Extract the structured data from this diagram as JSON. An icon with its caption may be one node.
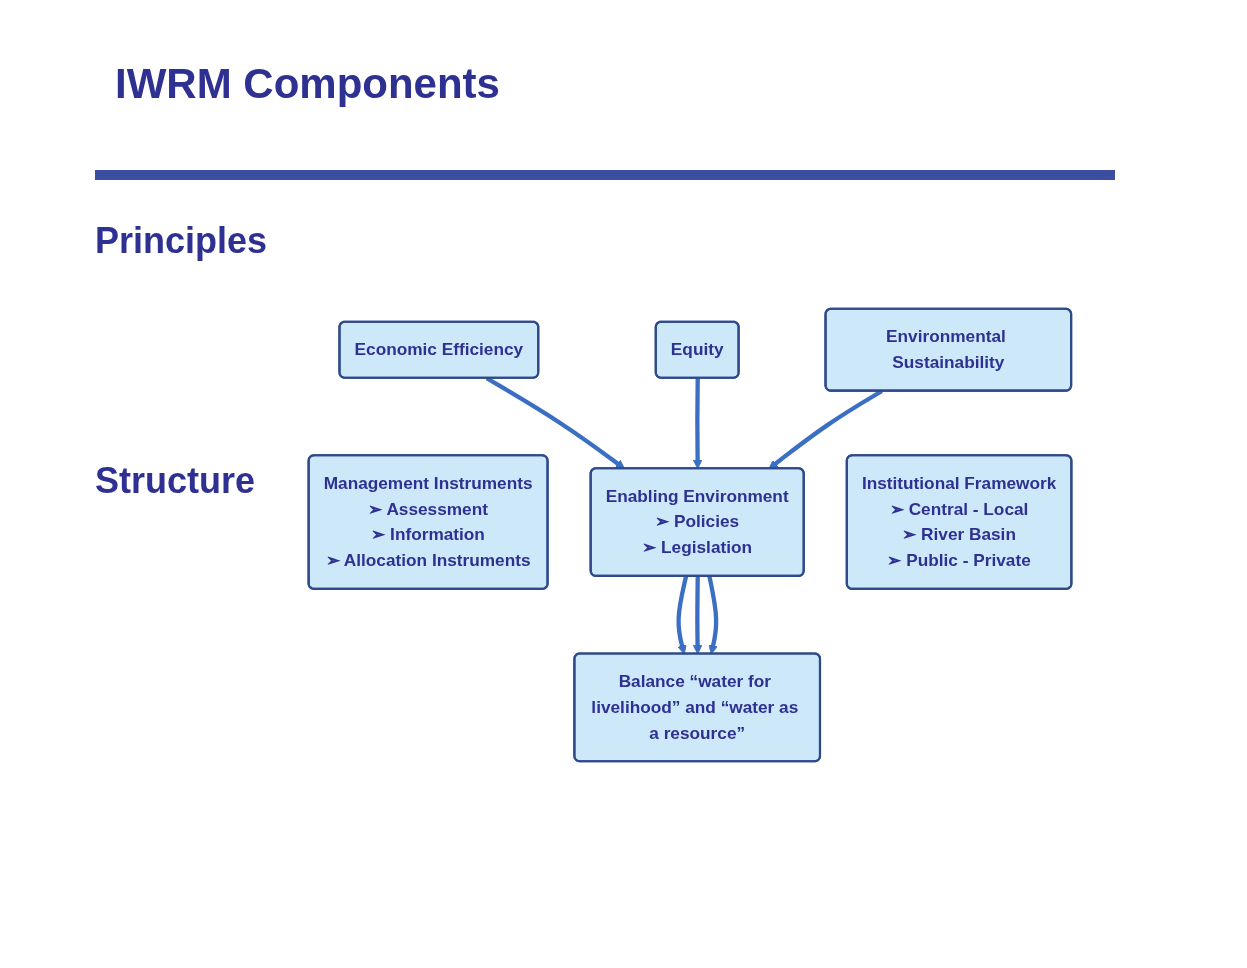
{
  "diagram": {
    "title": "IWRM Components",
    "nodes": [
      {
        "text": [
          "Economic Efficiency"
        ]
      },
      {
        "text": [
          "Equity"
        ]
      },
      {
        "text": [
          "Environmental Sustainability"
        ]
      },
      {
        "text": [
          "Management Instruments",
          "➢ Assessment",
          "➢ Information",
          "➢ Allocation Instruments"
        ]
      },
      {
        "text": [
          "Enabling Environment",
          "➢ Policies",
          "➢ Legislation"
        ]
      },
      {
        "text": [
          "Institutional Framework",
          "➢ Central - Local",
          "➢ River Basin",
          "➢ Public - Private"
        ]
      },
      {
        "text": [
          "Balance “water for livelihood” and “water as a resource”"
        ]
      }
    ],
    "edges": [
      {
        "from": 0,
        "to": 4,
        "arrow": "to"
      },
      {
        "from": 1,
        "to": 4,
        "arrow": "to"
      },
      {
        "from": 2,
        "to": 4,
        "arrow": "to"
      },
      {
        "from": 4,
        "to": 6,
        "arrow": "to"
      },
      {
        "from": 4,
        "to": 6,
        "arrow": "to"
      },
      {
        "from": 4,
        "to": 6,
        "arrow": "to"
      }
    ],
    "labels": [
      "Principles",
      "Structure"
    ]
  }
}
